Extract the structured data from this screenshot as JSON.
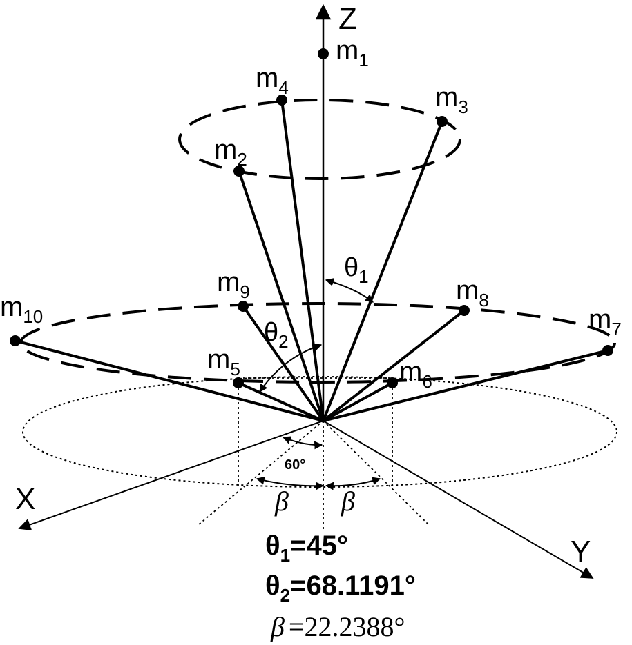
{
  "axes": {
    "x": "X",
    "y": "Y",
    "z": "Z"
  },
  "points": {
    "m1": {
      "base": "m",
      "sub": "1"
    },
    "m2": {
      "base": "m",
      "sub": "2"
    },
    "m3": {
      "base": "m",
      "sub": "3"
    },
    "m4": {
      "base": "m",
      "sub": "4"
    },
    "m5": {
      "base": "m",
      "sub": "5"
    },
    "m6": {
      "base": "m",
      "sub": "6"
    },
    "m7": {
      "base": "m",
      "sub": "7"
    },
    "m8": {
      "base": "m",
      "sub": "8"
    },
    "m9": {
      "base": "m",
      "sub": "9"
    },
    "m10": {
      "base": "m",
      "sub": "10"
    }
  },
  "angle_labels": {
    "theta1": {
      "base": "θ",
      "sub": "1"
    },
    "theta2": {
      "base": "θ",
      "sub": "2"
    },
    "sixty": "60°",
    "beta": "β"
  },
  "equations": {
    "theta1": {
      "base": "θ",
      "sub": "1",
      "value": "=45°"
    },
    "theta2": {
      "base": "θ",
      "sub": "2",
      "value": "=68.1191°"
    },
    "beta": {
      "symbol": "β",
      "value": "=22.2388°"
    }
  }
}
